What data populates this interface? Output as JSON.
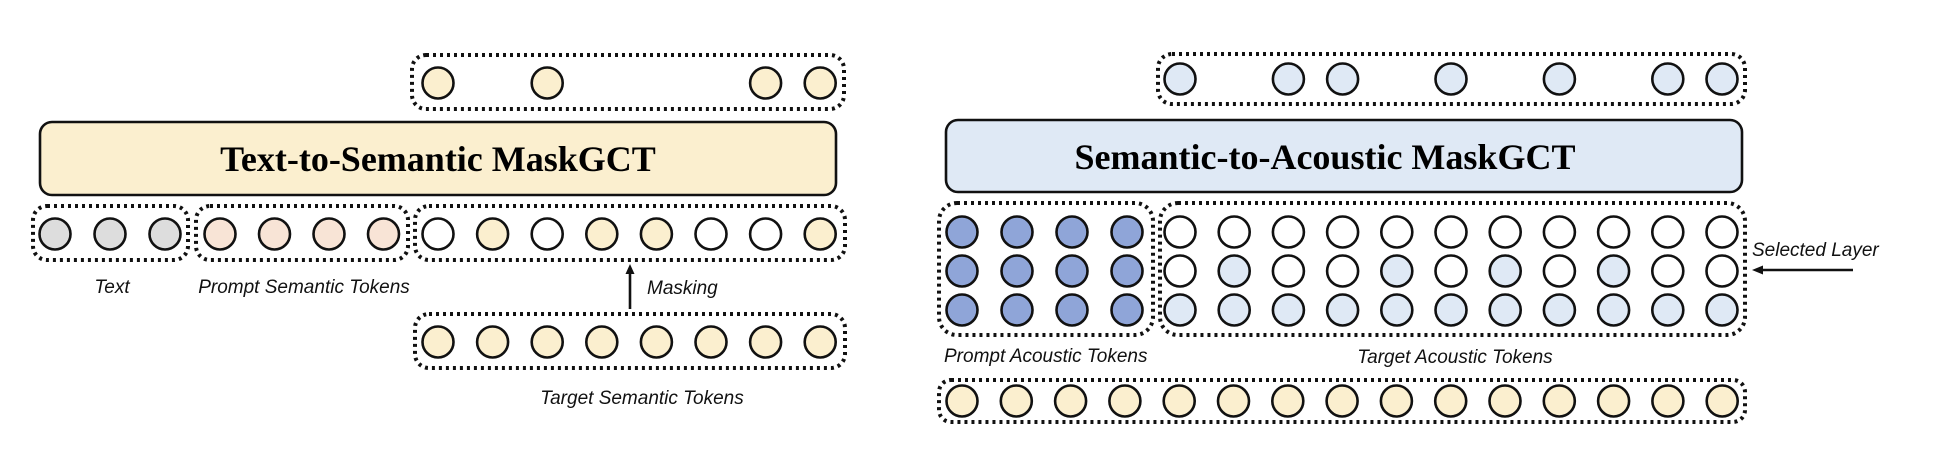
{
  "colors": {
    "semantic_yellow": "#fbefcf",
    "text_gray": "#dddddd",
    "prompt_peach": "#f8e4d6",
    "masked_white": "#ffffff",
    "acoustic_light_blue": "#dfe9f5",
    "prompt_acoustic_blue": "#8fa5d8",
    "t2s_module_fill": "#fbefcf",
    "s2a_module_fill": "#dfe9f5"
  },
  "t2s": {
    "title": "Text-to-Semantic MaskGCT",
    "labels": {
      "text": "Text",
      "prompt": "Prompt Semantic Tokens",
      "masking": "Masking",
      "target": "Target Semantic Tokens"
    },
    "output_tokens": [
      1,
      0,
      1,
      0,
      0,
      0,
      1,
      1
    ],
    "text_tokens": 3,
    "prompt_tokens": 4,
    "masked_input_tokens": [
      0,
      1,
      0,
      1,
      1,
      0,
      0,
      1
    ],
    "target_tokens": 8
  },
  "s2a": {
    "title": "Semantic-to-Acoustic MaskGCT",
    "labels": {
      "prompt": "Prompt Acoustic Tokens",
      "target": "Target Acoustic Tokens",
      "selected_layer": "Selected Layer"
    },
    "output_tokens": [
      1,
      0,
      1,
      1,
      0,
      1,
      0,
      1,
      0,
      1,
      1
    ],
    "prompt_grid": {
      "rows": 3,
      "cols": 4
    },
    "target_grid": [
      [
        0,
        0,
        0,
        0,
        0,
        0,
        0,
        0,
        0,
        0,
        0
      ],
      [
        0,
        1,
        0,
        0,
        1,
        0,
        1,
        0,
        1,
        0,
        0
      ],
      [
        1,
        1,
        1,
        1,
        1,
        1,
        1,
        1,
        1,
        1,
        1
      ]
    ],
    "selected_layer_row": 2,
    "semantic_condition_tokens": 15
  }
}
